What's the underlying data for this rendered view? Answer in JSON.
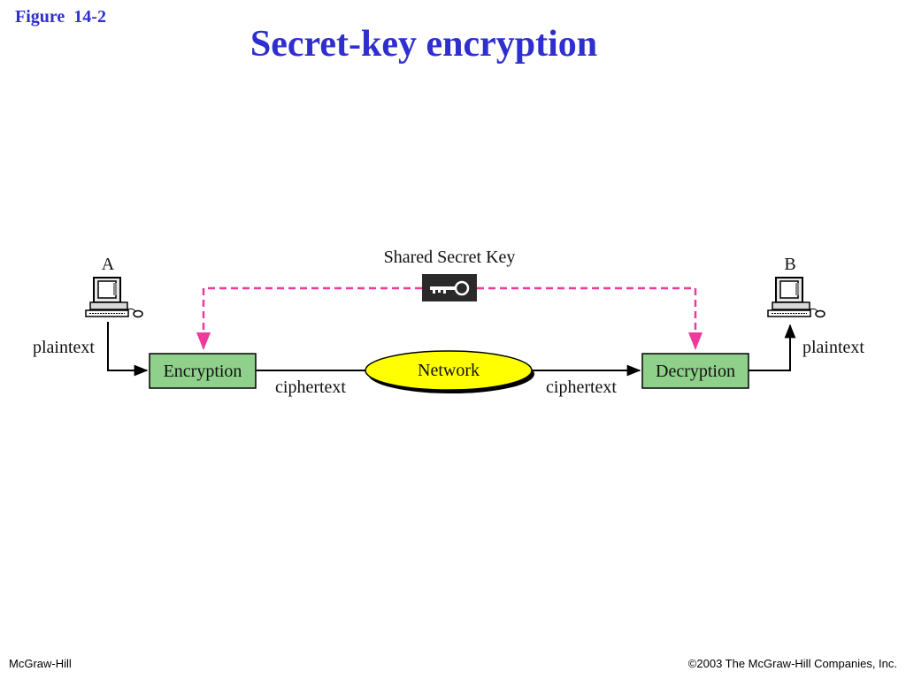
{
  "figure_label": "Figure  14-2",
  "title": "Secret-key encryption",
  "diagram": {
    "sender_label": "A",
    "receiver_label": "B",
    "shared_key_label": "Shared Secret Key",
    "plaintext_left": "plaintext",
    "plaintext_right": "plaintext",
    "encryption_label": "Encryption",
    "decryption_label": "Decryption",
    "network_label": "Network",
    "ciphertext_left": "ciphertext",
    "ciphertext_right": "ciphertext",
    "colors": {
      "box_fill": "#8fd18a",
      "network_fill": "#ffff00",
      "key_line": "#ee3a9a",
      "title_blue": "#2f2fd0"
    },
    "icons": [
      "computer-icon",
      "key-icon"
    ]
  },
  "footer": {
    "left": "McGraw-Hill",
    "right": "©2003 The McGraw-Hill Companies, Inc."
  }
}
